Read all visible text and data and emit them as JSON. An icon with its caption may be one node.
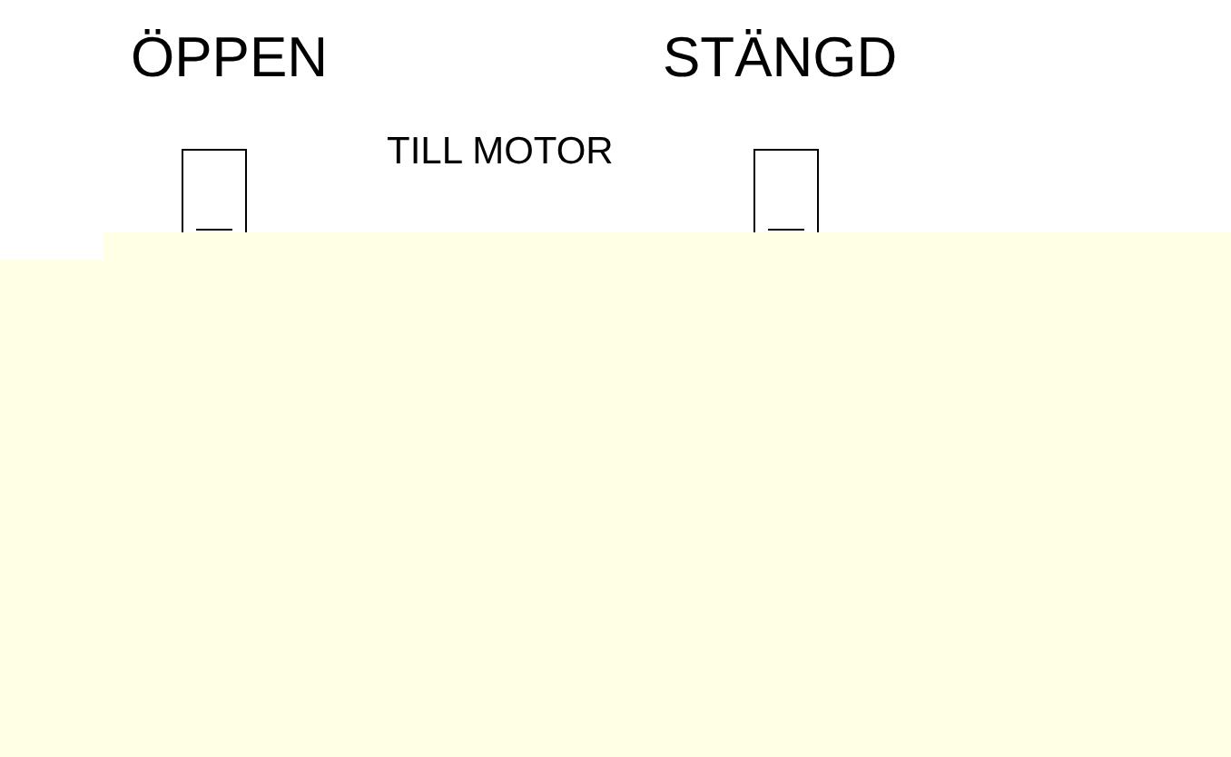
{
  "diagram": {
    "nodes": [
      {
        "text": [],
        "shape": "box"
      },
      {
        "text": [],
        "shape": "box"
      }
    ],
    "labels": [
      "ÖPPEN",
      "STÄNGD",
      "TILL MOTOR"
    ]
  }
}
